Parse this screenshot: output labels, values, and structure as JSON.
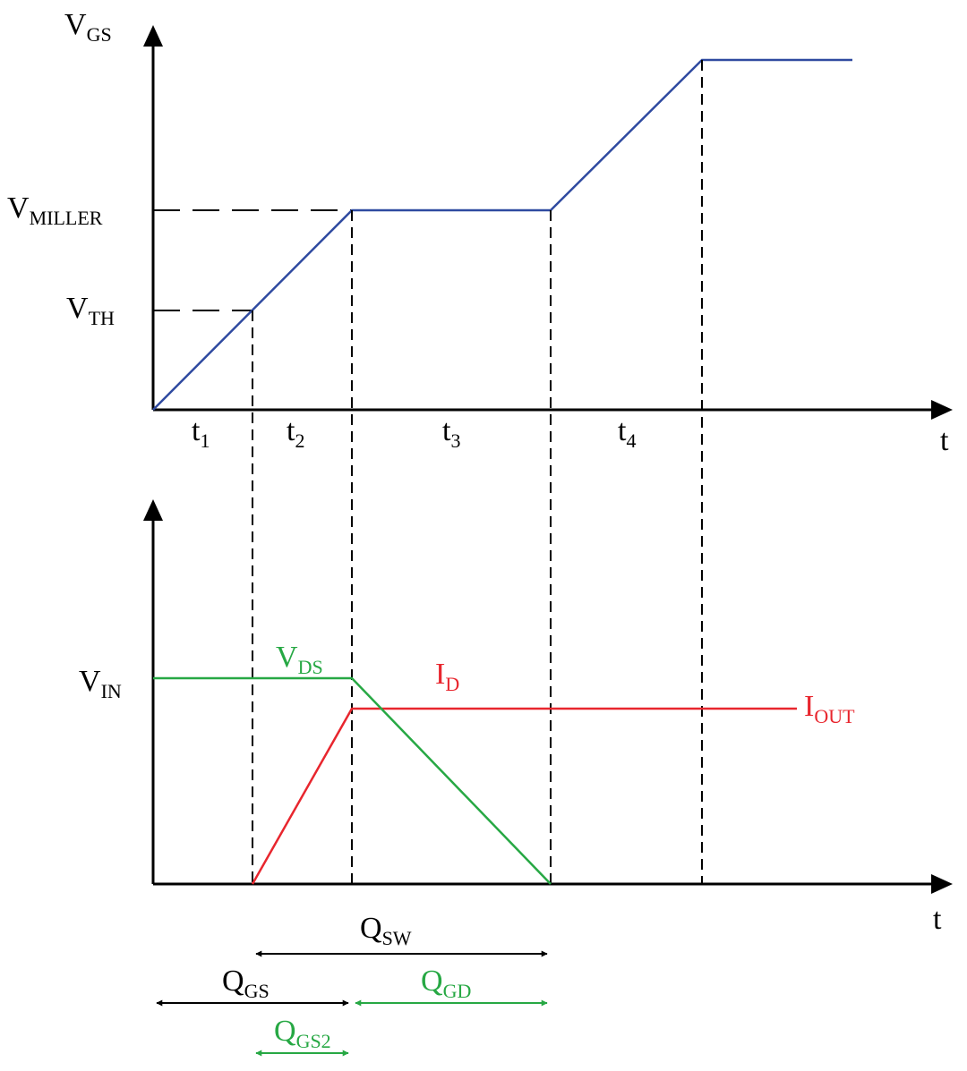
{
  "colors": {
    "axis": "#000000",
    "vgs": "#2f4aa0",
    "vds": "#27a844",
    "id": "#e8262e",
    "qgd": "#27a844",
    "qgs2": "#27a844"
  },
  "top": {
    "y_label_main": "V",
    "y_label_sub": "GS",
    "x_label": "t",
    "vmiller_main": "V",
    "vmiller_sub": "MILLER",
    "vth_main": "V",
    "vth_sub": "TH",
    "intervals": [
      {
        "main": "t",
        "sub": "1"
      },
      {
        "main": "t",
        "sub": "2"
      },
      {
        "main": "t",
        "sub": "3"
      },
      {
        "main": "t",
        "sub": "4"
      }
    ]
  },
  "bottom": {
    "x_label": "t",
    "vin_main": "V",
    "vin_sub": "IN",
    "vds_main": "V",
    "vds_sub": "DS",
    "id_main": "I",
    "id_sub": "D",
    "iout_main": "I",
    "iout_sub": "OUT"
  },
  "charges": {
    "qsw_main": "Q",
    "qsw_sub": "SW",
    "qgs_main": "Q",
    "qgs_sub": "GS",
    "qgd_main": "Q",
    "qgd_sub": "GD",
    "qgs2_main": "Q",
    "qgs2_sub": "GS2"
  }
}
